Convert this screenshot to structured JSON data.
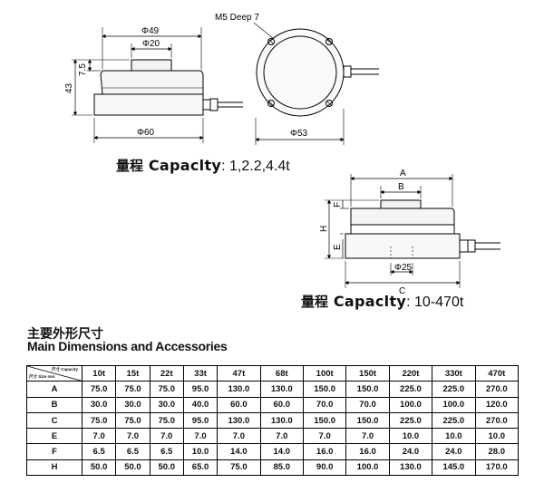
{
  "drawing1": {
    "phi49": "Φ49",
    "phi20": "Φ20",
    "h7_5": "7.5",
    "h43": "43",
    "phi60": "Φ60"
  },
  "drawing2": {
    "thread_note": "M5 Deep 7",
    "phi53": "Φ53"
  },
  "drawing3": {
    "a": "A",
    "b": "B",
    "f": "F",
    "h": "H",
    "e": "E",
    "phi25": "Φ25",
    "c": "C"
  },
  "caption_small": {
    "zh": "量程",
    "en": " Capaclty",
    "value": ": 1,2.2,4.4t"
  },
  "caption_large": {
    "zh": "量程",
    "en": " Capaclty",
    "value": ": 10-470t"
  },
  "section": {
    "title_zh": "主要外形尺寸",
    "title_en": "Main Dimensions and Accessories"
  },
  "table": {
    "corner_capacity": "尺寸 Capacity",
    "corner_size": "尺寸 Size mm",
    "capacities": [
      "10t",
      "15t",
      "22t",
      "33t",
      "47t",
      "68t",
      "100t",
      "150t",
      "220t",
      "330t",
      "470t"
    ],
    "rows": [
      {
        "label": "A",
        "values": [
          "75.0",
          "75.0",
          "75.0",
          "95.0",
          "130.0",
          "130.0",
          "150.0",
          "150.0",
          "225.0",
          "225.0",
          "270.0"
        ]
      },
      {
        "label": "B",
        "values": [
          "30.0",
          "30.0",
          "30.0",
          "40.0",
          "60.0",
          "60.0",
          "70.0",
          "70.0",
          "100.0",
          "100.0",
          "120.0"
        ]
      },
      {
        "label": "C",
        "values": [
          "75.0",
          "75.0",
          "75.0",
          "95.0",
          "130.0",
          "130.0",
          "150.0",
          "150.0",
          "225.0",
          "225.0",
          "270.0"
        ]
      },
      {
        "label": "E",
        "values": [
          "7.0",
          "7.0",
          "7.0",
          "7.0",
          "7.0",
          "7.0",
          "7.0",
          "7.0",
          "10.0",
          "10.0",
          "10.0"
        ]
      },
      {
        "label": "F",
        "values": [
          "6.5",
          "6.5",
          "6.5",
          "10.0",
          "14.0",
          "14.0",
          "16.0",
          "16.0",
          "24.0",
          "24.0",
          "28.0"
        ]
      },
      {
        "label": "H",
        "values": [
          "50.0",
          "50.0",
          "50.0",
          "65.0",
          "75.0",
          "85.0",
          "90.0",
          "100.0",
          "130.0",
          "145.0",
          "170.0"
        ]
      }
    ]
  }
}
